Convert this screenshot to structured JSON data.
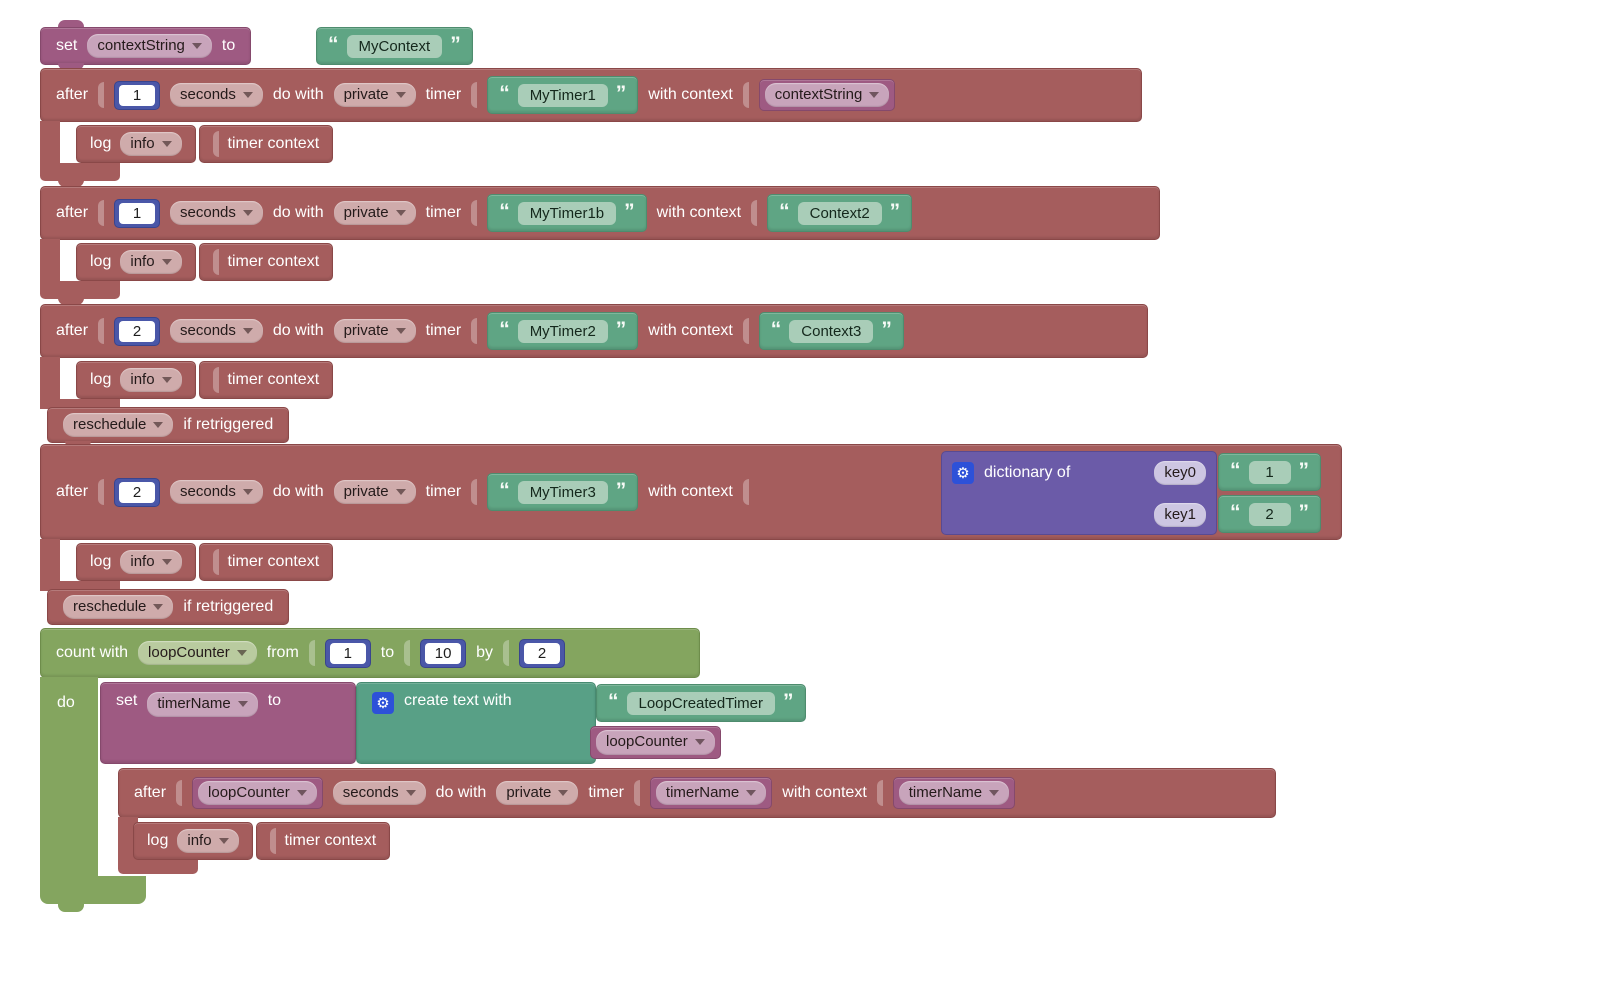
{
  "labels": {
    "set": "set",
    "to": "to",
    "after": "after",
    "seconds": "seconds",
    "do_with": "do with",
    "private": "private",
    "timer": "timer",
    "with_context": "with context",
    "log": "log",
    "info": "info",
    "timer_context": "timer context",
    "reschedule": "reschedule",
    "if_retriggered": "if retriggered",
    "dictionary_of": "dictionary of",
    "count_with": "count with",
    "from": "from",
    "by": "by",
    "do": "do",
    "create_text_with": "create text with",
    "open_quote": "“",
    "close_quote": "”",
    "gear": "⚙"
  },
  "set_block": {
    "variable": "contextString",
    "value": "MyContext"
  },
  "timer1": {
    "delay": "1",
    "name": "MyTimer1",
    "context_variable": "contextString"
  },
  "timer1b": {
    "delay": "1",
    "name": "MyTimer1b",
    "context_string": "Context2"
  },
  "timer2": {
    "delay": "2",
    "name": "MyTimer2",
    "context_string": "Context3"
  },
  "timer3": {
    "delay": "2",
    "name": "MyTimer3",
    "dict_key0": "key0",
    "dict_val0": "1",
    "dict_key1": "key1",
    "dict_val1": "2"
  },
  "loop": {
    "variable": "loopCounter",
    "from_value": "1",
    "to_value": "10",
    "by_value": "2",
    "set_variable": "timerName",
    "text_value": "LoopCreatedTimer",
    "join_variable": "loopCounter",
    "delay_variable": "loopCounter",
    "timer_variable": "timerName",
    "context_variable": "timerName"
  }
}
